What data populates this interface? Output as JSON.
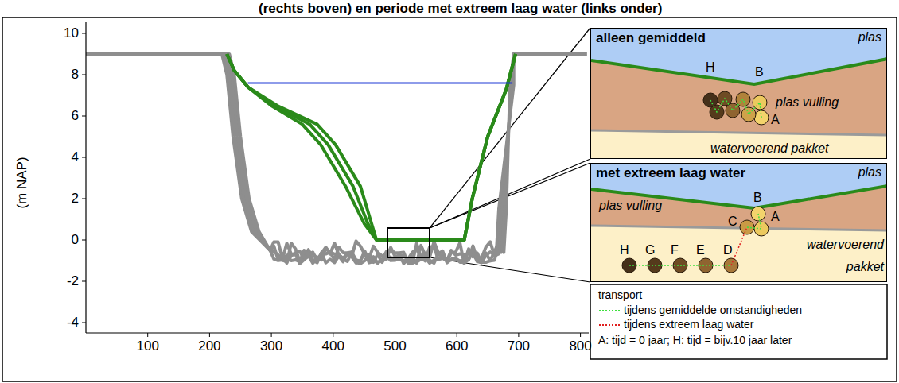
{
  "diagram": {
    "title": "(rechts boven) en periode met extreem laag water (links onder)",
    "nodes": [
      {
        "text": [
          "alleen gemiddeld",
          "plas",
          "H",
          "B",
          "plas vulling",
          "A",
          "watervoerend pakket"
        ]
      },
      {
        "text": [
          "met extreem laag water",
          "plas",
          "B",
          "plas vulling",
          "C",
          "A",
          "watervoerend pakket",
          "H",
          "G",
          "F",
          "E",
          "D"
        ]
      }
    ],
    "labels": [
      "(m NAP)",
      "10",
      "8",
      "6",
      "4",
      "2",
      "0",
      "-2",
      "-4",
      "100",
      "200",
      "300",
      "400",
      "500",
      "600",
      "700",
      "800",
      "transport",
      "A: tijd = 0 jaar; H: tijd = bijv.10 jaar later"
    ],
    "legend": [
      {
        "text": "tijdens gemiddelde omstandigheden"
      },
      {
        "text": "tijdens extreem laag water"
      }
    ]
  }
}
